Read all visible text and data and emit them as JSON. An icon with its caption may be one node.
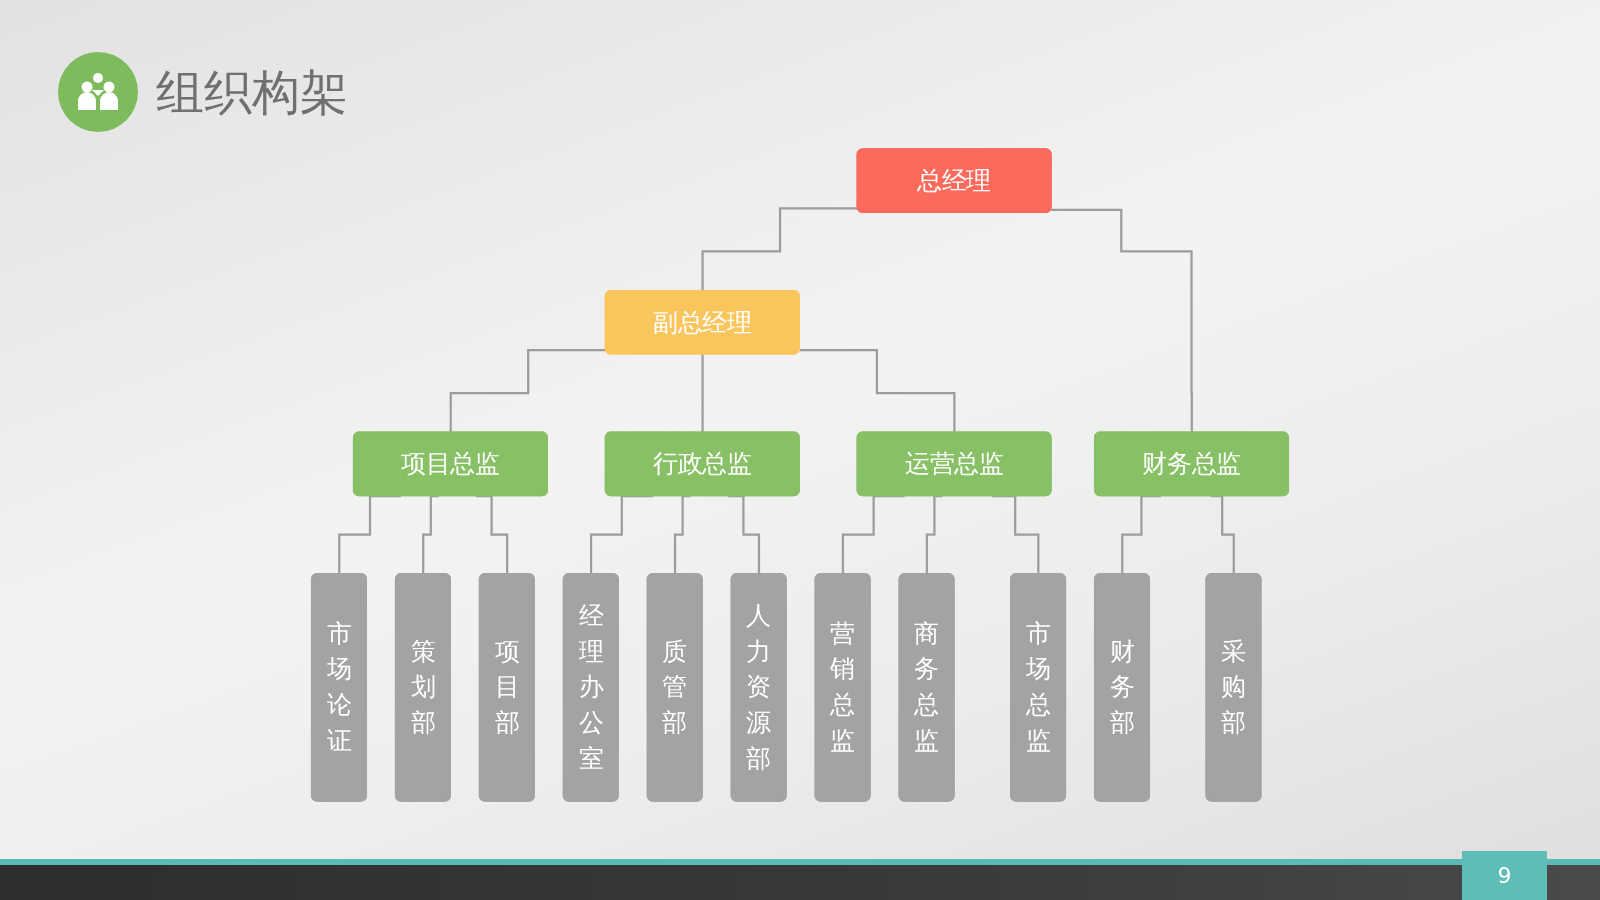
{
  "diagram": {
    "title": "组织构架",
    "nodes": [
      {
        "text": [
          "总经理"
        ]
      },
      {
        "text": [
          "副总经理"
        ]
      },
      {
        "text": [
          "项目总监"
        ]
      },
      {
        "text": [
          "行政总监"
        ]
      },
      {
        "text": [
          "运营总监"
        ]
      },
      {
        "text": [
          "财务总监"
        ]
      },
      {
        "text": [
          "市场论证"
        ]
      },
      {
        "text": [
          "策划部"
        ]
      },
      {
        "text": [
          "项目部"
        ]
      },
      {
        "text": [
          "经理办公室"
        ]
      },
      {
        "text": [
          "质管部"
        ]
      },
      {
        "text": [
          "人力资源部"
        ]
      },
      {
        "text": [
          "营销总监"
        ]
      },
      {
        "text": [
          "商务总监"
        ]
      },
      {
        "text": [
          "市场总监"
        ]
      },
      {
        "text": [
          "财务部"
        ]
      },
      {
        "text": [
          "采购部"
        ]
      }
    ],
    "edges": [
      {
        "from": 0,
        "to": 1,
        "arrow": "none"
      },
      {
        "from": 0,
        "to": 5,
        "arrow": "none"
      },
      {
        "from": 1,
        "to": 2,
        "arrow": "none"
      },
      {
        "from": 1,
        "to": 3,
        "arrow": "none"
      },
      {
        "from": 1,
        "to": 4,
        "arrow": "none"
      },
      {
        "from": 2,
        "to": 6,
        "arrow": "none"
      },
      {
        "from": 2,
        "to": 7,
        "arrow": "none"
      },
      {
        "from": 2,
        "to": 8,
        "arrow": "none"
      },
      {
        "from": 3,
        "to": 9,
        "arrow": "none"
      },
      {
        "from": 3,
        "to": 10,
        "arrow": "none"
      },
      {
        "from": 3,
        "to": 11,
        "arrow": "none"
      },
      {
        "from": 4,
        "to": 12,
        "arrow": "none"
      },
      {
        "from": 4,
        "to": 13,
        "arrow": "none"
      },
      {
        "from": 4,
        "to": 14,
        "arrow": "none"
      },
      {
        "from": 5,
        "to": 15,
        "arrow": "none"
      },
      {
        "from": 5,
        "to": 16,
        "arrow": "none"
      }
    ],
    "labels": [
      "9"
    ]
  }
}
